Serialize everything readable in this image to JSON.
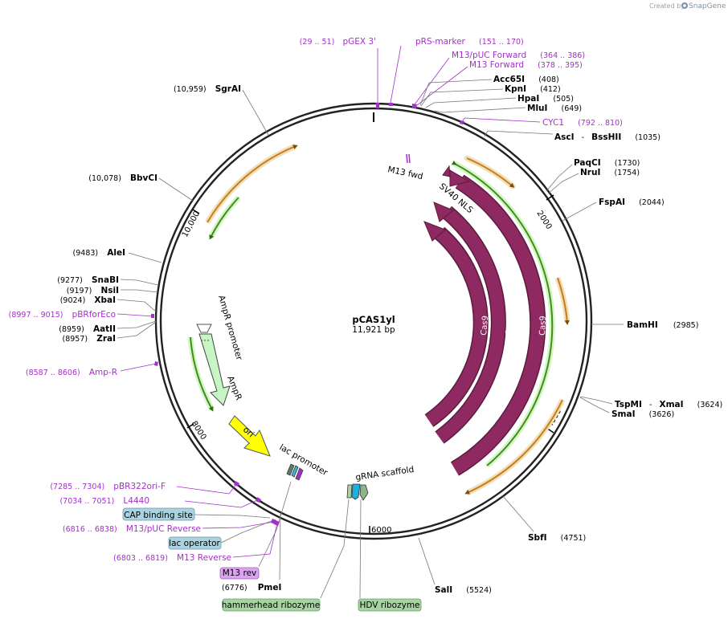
{
  "credit": {
    "created_by": "Created by",
    "brand": "SnapGene"
  },
  "plasmid": {
    "name": "pCAS1yl",
    "size_label": "11,921 bp"
  },
  "ticks": {
    "t2000": "2000",
    "t4000": "4000",
    "t6000": "6000",
    "t8000": "8000",
    "t10000": "10,000"
  },
  "enzymes": {
    "acc65i": {
      "name": "Acc65I",
      "pos": "(408)"
    },
    "kpni": {
      "name": "KpnI",
      "pos": "(412)"
    },
    "hpai": {
      "name": "HpaI",
      "pos": "(505)"
    },
    "mlui": {
      "name": "MluI",
      "pos": "(649)"
    },
    "asci_bsshii": {
      "name": "AscI",
      "sep": "-",
      "name2": "BssHII",
      "pos": "(1035)"
    },
    "paqci": {
      "name": "PaqCI",
      "pos": "(1730)"
    },
    "nrui": {
      "name": "NruI",
      "pos": "(1754)"
    },
    "fspai": {
      "name": "FspAI",
      "pos": "(2044)"
    },
    "bamhi": {
      "name": "BamHI",
      "pos": "(2985)"
    },
    "tspmi_xmai": {
      "name": "TspMI",
      "sep": "-",
      "name2": "XmaI",
      "pos": "(3624)"
    },
    "smai": {
      "name": "SmaI",
      "pos": "(3626)"
    },
    "sbfi": {
      "name": "SbfI",
      "pos": "(4751)"
    },
    "sali": {
      "name": "SalI",
      "pos": "(5524)"
    },
    "pmei": {
      "name": "PmeI",
      "pos": "(6776)"
    },
    "zrai": {
      "name": "ZraI",
      "pos": "(8957)"
    },
    "aatii": {
      "name": "AatII",
      "pos": "(8959)"
    },
    "xbai": {
      "name": "XbaI",
      "pos": "(9024)"
    },
    "nsii": {
      "name": "NsiI",
      "pos": "(9197)"
    },
    "snabi": {
      "name": "SnaBI",
      "pos": "(9277)"
    },
    "alei": {
      "name": "AleI",
      "pos": "(9483)"
    },
    "bbvci": {
      "name": "BbvCI",
      "pos": "(10,078)"
    },
    "sgrai": {
      "name": "SgrAI",
      "pos": "(10,959)"
    }
  },
  "primers": {
    "pgex3": {
      "name": "pGEX 3'",
      "pos": "(29 .. 51)"
    },
    "prs_marker": {
      "name": "pRS-marker",
      "pos": "(151 .. 170)"
    },
    "m13_puc_fwd": {
      "name": "M13/pUC Forward",
      "pos": "(364 .. 386)"
    },
    "m13_fwd": {
      "name": "M13 Forward",
      "pos": "(378 .. 395)"
    },
    "cyc1": {
      "name": "CYC1",
      "pos": "(792 .. 810)"
    },
    "pbrforeco": {
      "name": "pBRforEco",
      "pos": "(8997 .. 9015)"
    },
    "amp_r": {
      "name": "Amp-R",
      "pos": "(8587 .. 8606)"
    },
    "pbr322ori_f": {
      "name": "pBR322ori-F",
      "pos": "(7285 .. 7304)"
    },
    "l4440": {
      "name": "L4440",
      "pos": "(7034 .. 7051)"
    },
    "m13_puc_rev": {
      "name": "M13/pUC Reverse",
      "pos": "(6816 .. 6838)"
    },
    "m13_rev_primer": {
      "name": "M13 Reverse",
      "pos": "(6803 .. 6819)"
    }
  },
  "features": {
    "m13_fwd_inner": "M13 fwd",
    "sv40_nls": "SV40 NLS",
    "cas9": "Cas9",
    "ampr_promoter": "AmpR promoter",
    "ampr": "AmpR",
    "ori": "ori",
    "lac_promoter": "lac promoter",
    "grna_scaffold": "gRNA scaffold"
  },
  "boxed": {
    "cap_binding_site": "CAP binding site",
    "lac_operator": "lac operator",
    "m13_rev": "M13 rev",
    "hammerhead_ribozyme": "hammerhead ribozyme",
    "hdv_ribozyme": "HDV ribozyme"
  },
  "colors": {
    "primer": "#a331c9",
    "cas9": "#8e2a61",
    "promoter": "#c8f5c4",
    "ori": "#ffff00",
    "orange_feature": "#ffd08a",
    "green_feature": "#a6e68a",
    "box_blue": "#a9d3e0",
    "box_violet": "#dba3f0",
    "box_green": "#a7d3a2"
  }
}
